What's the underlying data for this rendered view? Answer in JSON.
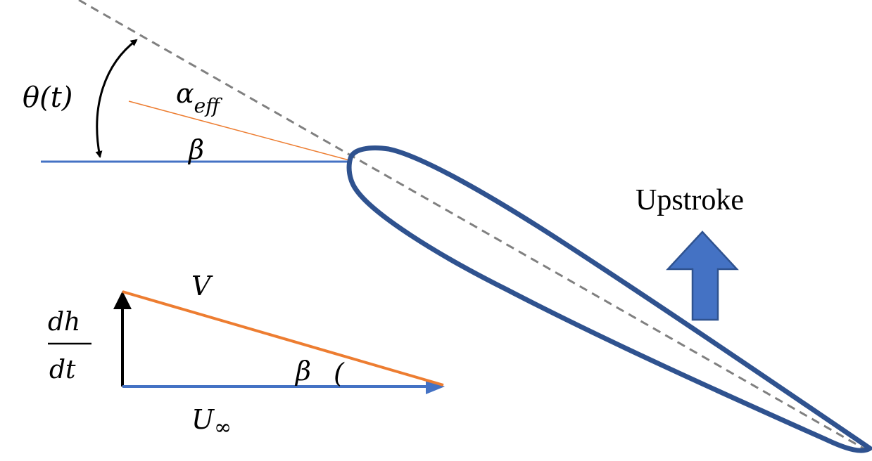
{
  "labels": {
    "theta": "θ(t)",
    "alpha": "α",
    "alpha_sub": "eff",
    "beta_top": "β",
    "upstroke": "Upstroke",
    "V": "V",
    "dh": "dh",
    "dt": "dt",
    "beta_bottom": "β",
    "beta_arc": "(",
    "U": "U",
    "U_sub": "∞"
  },
  "colors": {
    "airfoil": "#2F528F",
    "freestream": "#4472C4",
    "velocity": "#ED7D31",
    "chord": "#808080",
    "upstroke_fill": "#4472C4",
    "upstroke_stroke": "#2F528F",
    "black": "#000000"
  },
  "icons": {
    "upstroke": "up-arrow-icon"
  }
}
